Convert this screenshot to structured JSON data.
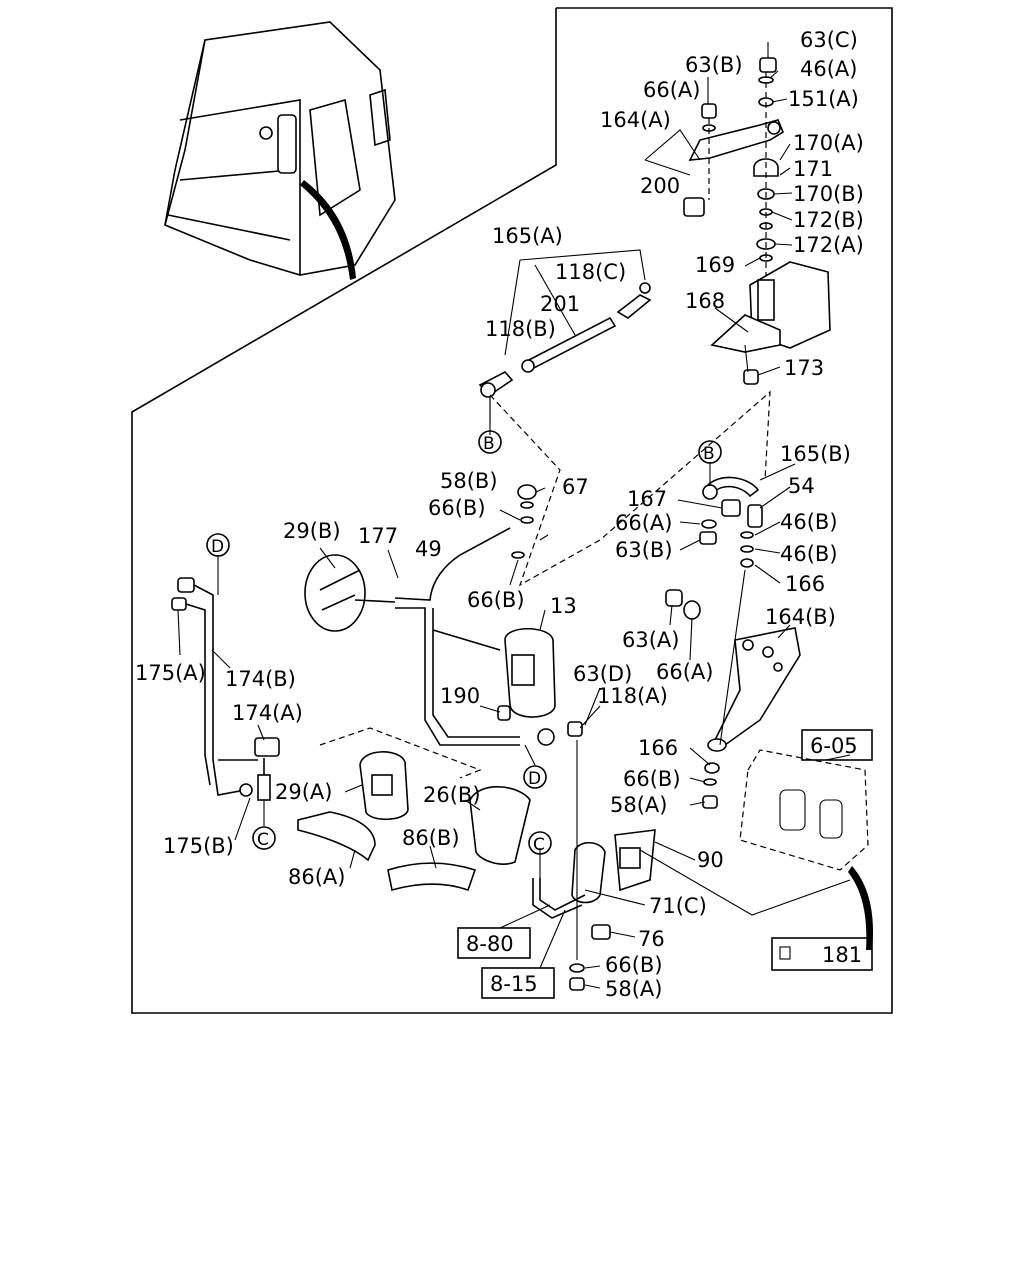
{
  "labels": [
    {
      "id": "63c",
      "text": "63(C)"
    },
    {
      "id": "63b_top",
      "text": "63(B)"
    },
    {
      "id": "46a",
      "text": "46(A)"
    },
    {
      "id": "66a_top",
      "text": "66(A)"
    },
    {
      "id": "151a",
      "text": "151(A)"
    },
    {
      "id": "164a",
      "text": "164(A)"
    },
    {
      "id": "170a",
      "text": "170(A)"
    },
    {
      "id": "171",
      "text": "171"
    },
    {
      "id": "200",
      "text": "200"
    },
    {
      "id": "170b",
      "text": "170(B)"
    },
    {
      "id": "172b",
      "text": "172(B)"
    },
    {
      "id": "165a",
      "text": "165(A)"
    },
    {
      "id": "172a",
      "text": "172(A)"
    },
    {
      "id": "118c",
      "text": "118(C)"
    },
    {
      "id": "169",
      "text": "169"
    },
    {
      "id": "201",
      "text": "201"
    },
    {
      "id": "168",
      "text": "168"
    },
    {
      "id": "118b",
      "text": "118(B)"
    },
    {
      "id": "173",
      "text": "173"
    },
    {
      "id": "165b",
      "text": "165(B)"
    },
    {
      "id": "58b",
      "text": "58(B)"
    },
    {
      "id": "67",
      "text": "67"
    },
    {
      "id": "54",
      "text": "54"
    },
    {
      "id": "167",
      "text": "167"
    },
    {
      "id": "66b_a",
      "text": "66(B)"
    },
    {
      "id": "29b",
      "text": "29(B)"
    },
    {
      "id": "177",
      "text": "177"
    },
    {
      "id": "66a_mid",
      "text": "66(A)"
    },
    {
      "id": "46b_1",
      "text": "46(B)"
    },
    {
      "id": "49",
      "text": "49"
    },
    {
      "id": "63b_mid",
      "text": "63(B)"
    },
    {
      "id": "46b_2",
      "text": "46(B)"
    },
    {
      "id": "66b_b",
      "text": "66(B)"
    },
    {
      "id": "166_top",
      "text": "166"
    },
    {
      "id": "13",
      "text": "13"
    },
    {
      "id": "164b",
      "text": "164(B)"
    },
    {
      "id": "63a",
      "text": "63(A)"
    },
    {
      "id": "66a_low",
      "text": "66(A)"
    },
    {
      "id": "175a",
      "text": "175(A)"
    },
    {
      "id": "174b",
      "text": "174(B)"
    },
    {
      "id": "63d",
      "text": "63(D)"
    },
    {
      "id": "190",
      "text": "190"
    },
    {
      "id": "118a",
      "text": "118(A)"
    },
    {
      "id": "174a",
      "text": "174(A)"
    },
    {
      "id": "166_low",
      "text": "166"
    },
    {
      "id": "66b_c",
      "text": "66(B)"
    },
    {
      "id": "29a",
      "text": "29(A)"
    },
    {
      "id": "26b",
      "text": "26(B)"
    },
    {
      "id": "58a_mid",
      "text": "58(A)"
    },
    {
      "id": "175b",
      "text": "175(B)"
    },
    {
      "id": "86b",
      "text": "86(B)"
    },
    {
      "id": "90",
      "text": "90"
    },
    {
      "id": "86a",
      "text": "86(A)"
    },
    {
      "id": "71c",
      "text": "71(C)"
    },
    {
      "id": "76",
      "text": "76"
    },
    {
      "id": "66b_d",
      "text": "66(B)"
    },
    {
      "id": "58a_low",
      "text": "58(A)"
    }
  ],
  "refs": [
    {
      "id": "ref_605",
      "text": "6-05"
    },
    {
      "id": "ref_880",
      "text": "8-80"
    },
    {
      "id": "ref_815",
      "text": "8-15"
    },
    {
      "id": "ref_181",
      "text": "181"
    }
  ],
  "callouts": [
    {
      "id": "B_top",
      "text": "B"
    },
    {
      "id": "B_mid",
      "text": "B"
    },
    {
      "id": "D_left",
      "text": "D"
    },
    {
      "id": "D_mid",
      "text": "D"
    },
    {
      "id": "C_left",
      "text": "C"
    },
    {
      "id": "C_mid",
      "text": "C"
    }
  ]
}
